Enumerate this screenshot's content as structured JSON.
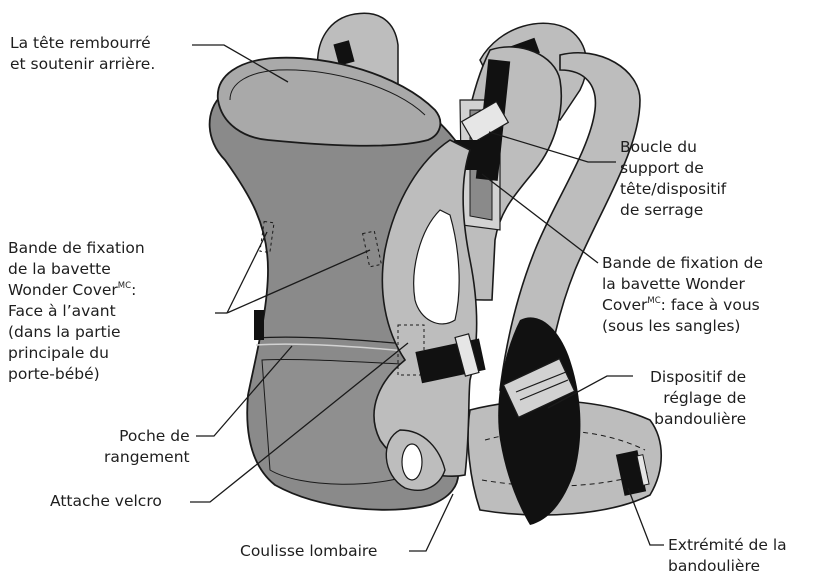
{
  "labels": {
    "headrest": [
      "La tête rembourré",
      "et soutenir arrière."
    ],
    "buckle": [
      "Boucle du",
      "support de",
      "tête/dispositif",
      "de serrage"
    ],
    "bib_strip_front": {
      "lines_before": [
        "Bande de fixation",
        "de la bavette"
      ],
      "wonder": "Wonder Cover",
      "sup": "MC",
      "wonder_suffix": ":",
      "lines_after": [
        "Face à l’avant",
        "(dans la partie",
        "principale du",
        "porte-bébé)"
      ]
    },
    "bib_strip_facing": {
      "lines_before": [
        "Bande de fixation de",
        "la bavette Wonder"
      ],
      "cover": "Cover",
      "sup": "MC",
      "cover_suffix": ": face à vous",
      "lines_after": [
        "(sous les sangles)"
      ]
    },
    "strap_adjuster": [
      "Dispositif de",
      "réglage de",
      "bandoulière"
    ],
    "pocket": [
      "Poche de",
      "rangement"
    ],
    "velcro": "Attache velcro",
    "lumbar": "Coulisse lombaire",
    "strap_end": [
      "Extrémité de la",
      "bandoulière"
    ]
  },
  "colors": {
    "outline": "#1a1a1a",
    "body_gray": "#8a8a8a",
    "panel_gray": "#a9a9a9",
    "strap_gray": "#bdbdbd",
    "light_gray": "#d2d2d2",
    "buckle_black": "#111111"
  }
}
